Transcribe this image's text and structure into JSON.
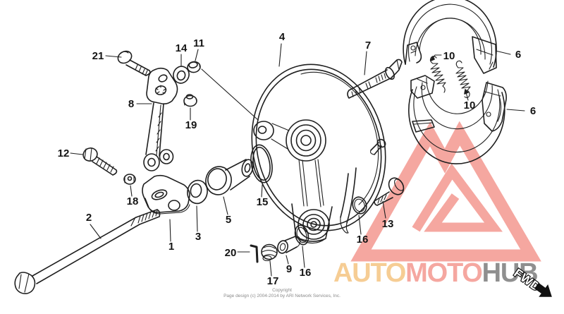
{
  "watermark": {
    "brand": {
      "auto": "AUTO",
      "moto": "MOTO",
      "hub": "HUB"
    },
    "fwd_label": "FWD",
    "colors": {
      "triangle": "#f5a7a0",
      "auto": "#f6cd94",
      "moto": "#f5a7a0",
      "hub": "#8f8f8f",
      "fwd_arrow": "#111111"
    }
  },
  "footer": {
    "line1": "Copyright",
    "line2": "Page design (c) 2004-2014 by ARI Network Services, Inc."
  },
  "diagram": {
    "ink": "#1f1f1f",
    "parts": {
      "p1": "1",
      "p2": "2",
      "p3": "3",
      "p4": "4",
      "p5": "5",
      "p6a": "6",
      "p6b": "6",
      "p7": "7",
      "p8": "8",
      "p9": "9",
      "p10a": "10",
      "p10b": "10",
      "p11": "11",
      "p12": "12",
      "p13": "13",
      "p14": "14",
      "p15": "15",
      "p16a": "16",
      "p16b": "16",
      "p17": "17",
      "p18": "18",
      "p19": "19",
      "p20": "20",
      "p21": "21"
    }
  }
}
